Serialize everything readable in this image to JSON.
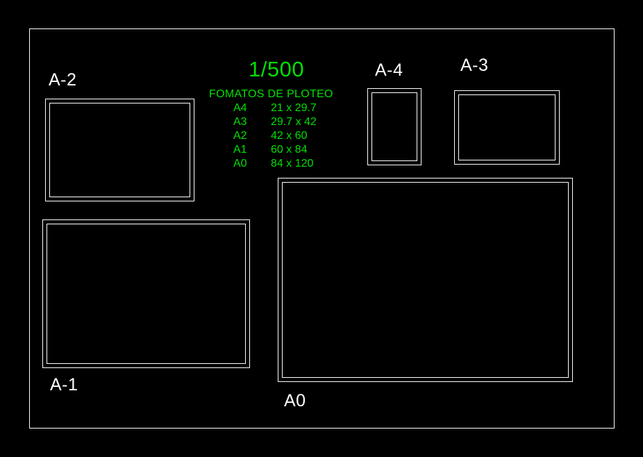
{
  "sheet": {
    "scale_label": "1/500",
    "formats_heading": "FOMATOS DE PLOTEO",
    "accent_green": "#00e000",
    "line_color": "#ffffff",
    "background": "#000000",
    "formats": [
      {
        "name": "A4",
        "size": "21 x 29.7"
      },
      {
        "name": "A3",
        "size": "29.7 x 42"
      },
      {
        "name": "A2",
        "size": "42 x 60"
      },
      {
        "name": "A1",
        "size": "60 x 84"
      },
      {
        "name": "A0",
        "size": "84 x 120"
      }
    ],
    "boxes": [
      {
        "label": "A-2",
        "orientation": "landscape"
      },
      {
        "label": "A-4",
        "orientation": "portrait"
      },
      {
        "label": "A-3",
        "orientation": "landscape"
      },
      {
        "label": "A-1",
        "orientation": "landscape"
      },
      {
        "label": "A0",
        "orientation": "landscape"
      }
    ],
    "labels": {
      "a2": "A-2",
      "a4": "A-4",
      "a3": "A-3",
      "a1": "A-1",
      "a0": "A0"
    }
  }
}
